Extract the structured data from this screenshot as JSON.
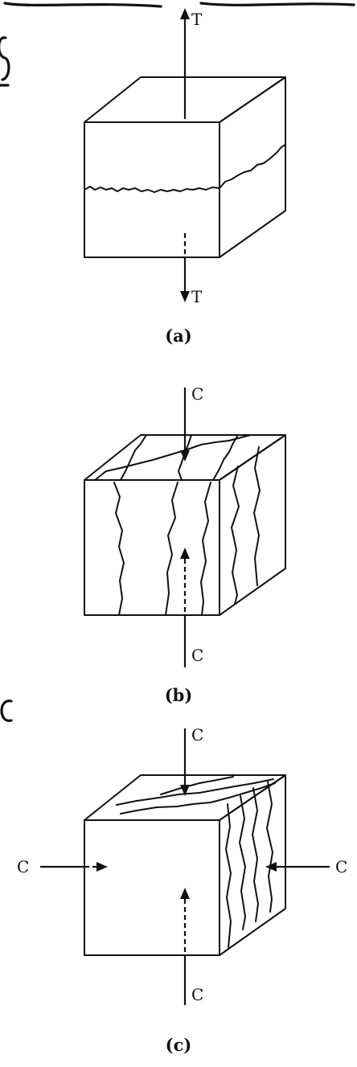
{
  "panels": [
    {
      "caption": "(a)",
      "force_top": "T",
      "force_bottom": "T"
    },
    {
      "caption": "(b)",
      "force_top": "C",
      "force_bottom": "C"
    },
    {
      "caption": "(c)",
      "force_top": "C",
      "force_bottom": "C",
      "force_left": "C",
      "force_right": "C"
    }
  ],
  "colors": {
    "ink": "#111111",
    "background": "#ffffff"
  }
}
